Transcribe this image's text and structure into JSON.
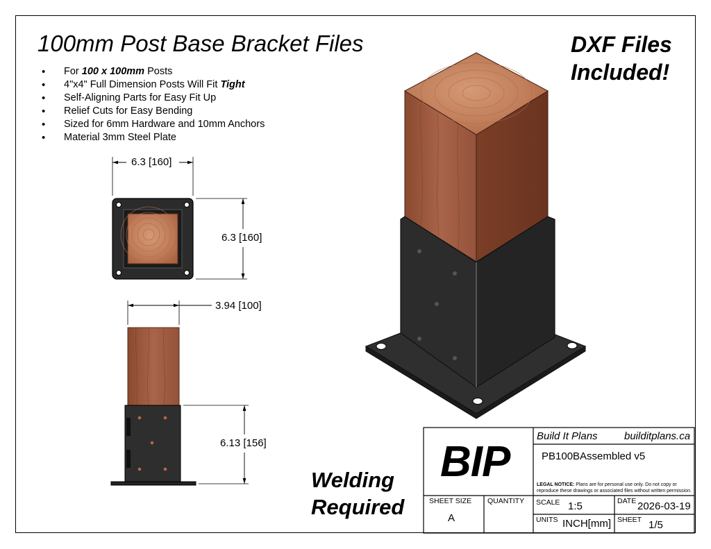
{
  "title": "100mm Post Base Bracket Files",
  "features": [
    {
      "segments": [
        {
          "t": "For "
        },
        {
          "t": "100 x 100mm",
          "b": true
        },
        {
          "t": " Posts"
        }
      ]
    },
    {
      "segments": [
        {
          "t": "4\"x4\" Full Dimension Posts Will Fit "
        },
        {
          "t": "Tight",
          "b": true
        }
      ]
    },
    {
      "segments": [
        {
          "t": "Self-Aligning Parts for Easy Fit Up"
        }
      ]
    },
    {
      "segments": [
        {
          "t": "Relief Cuts for Easy Bending"
        }
      ]
    },
    {
      "segments": [
        {
          "t": "Sized for 6mm Hardware and 10mm Anchors"
        }
      ]
    },
    {
      "segments": [
        {
          "t": "Material 3mm Steel Plate"
        }
      ]
    }
  ],
  "callout": {
    "line1": "DXF Files",
    "line2": "Included!"
  },
  "note": {
    "line1": "Welding",
    "line2": "Required"
  },
  "dimensions": {
    "top_width": "6.3 [160]",
    "top_height": "6.3 [160]",
    "side_width": "3.94 [100]",
    "side_height": "6.13 [156]"
  },
  "title_block": {
    "logo": "BIP",
    "company": "Build It Plans",
    "website": "builditplans.ca",
    "drawing_name": "PB100BAssembled v5",
    "legal_label": "LEGAL NOTICE:",
    "legal_text": "Plans are for personal use only. Do not copy or",
    "legal_text2": "reproduce these drawings or associated files without written permission.",
    "sheet_size_label": "SHEET SIZE",
    "sheet_size": "A",
    "quantity_label": "QUANTITY",
    "quantity": "",
    "scale_label": "SCALE",
    "scale": "1:5",
    "date_label": "DATE",
    "date": "2026-03-19",
    "units_label": "UNITS",
    "units": "INCH[mm]",
    "sheet_label": "SHEET",
    "sheet": "1/5"
  },
  "colors": {
    "wood": "#9c5a3c",
    "wood_light": "#c08060",
    "steel": "#2a2a2a",
    "steel_light": "#3c3c3c"
  }
}
